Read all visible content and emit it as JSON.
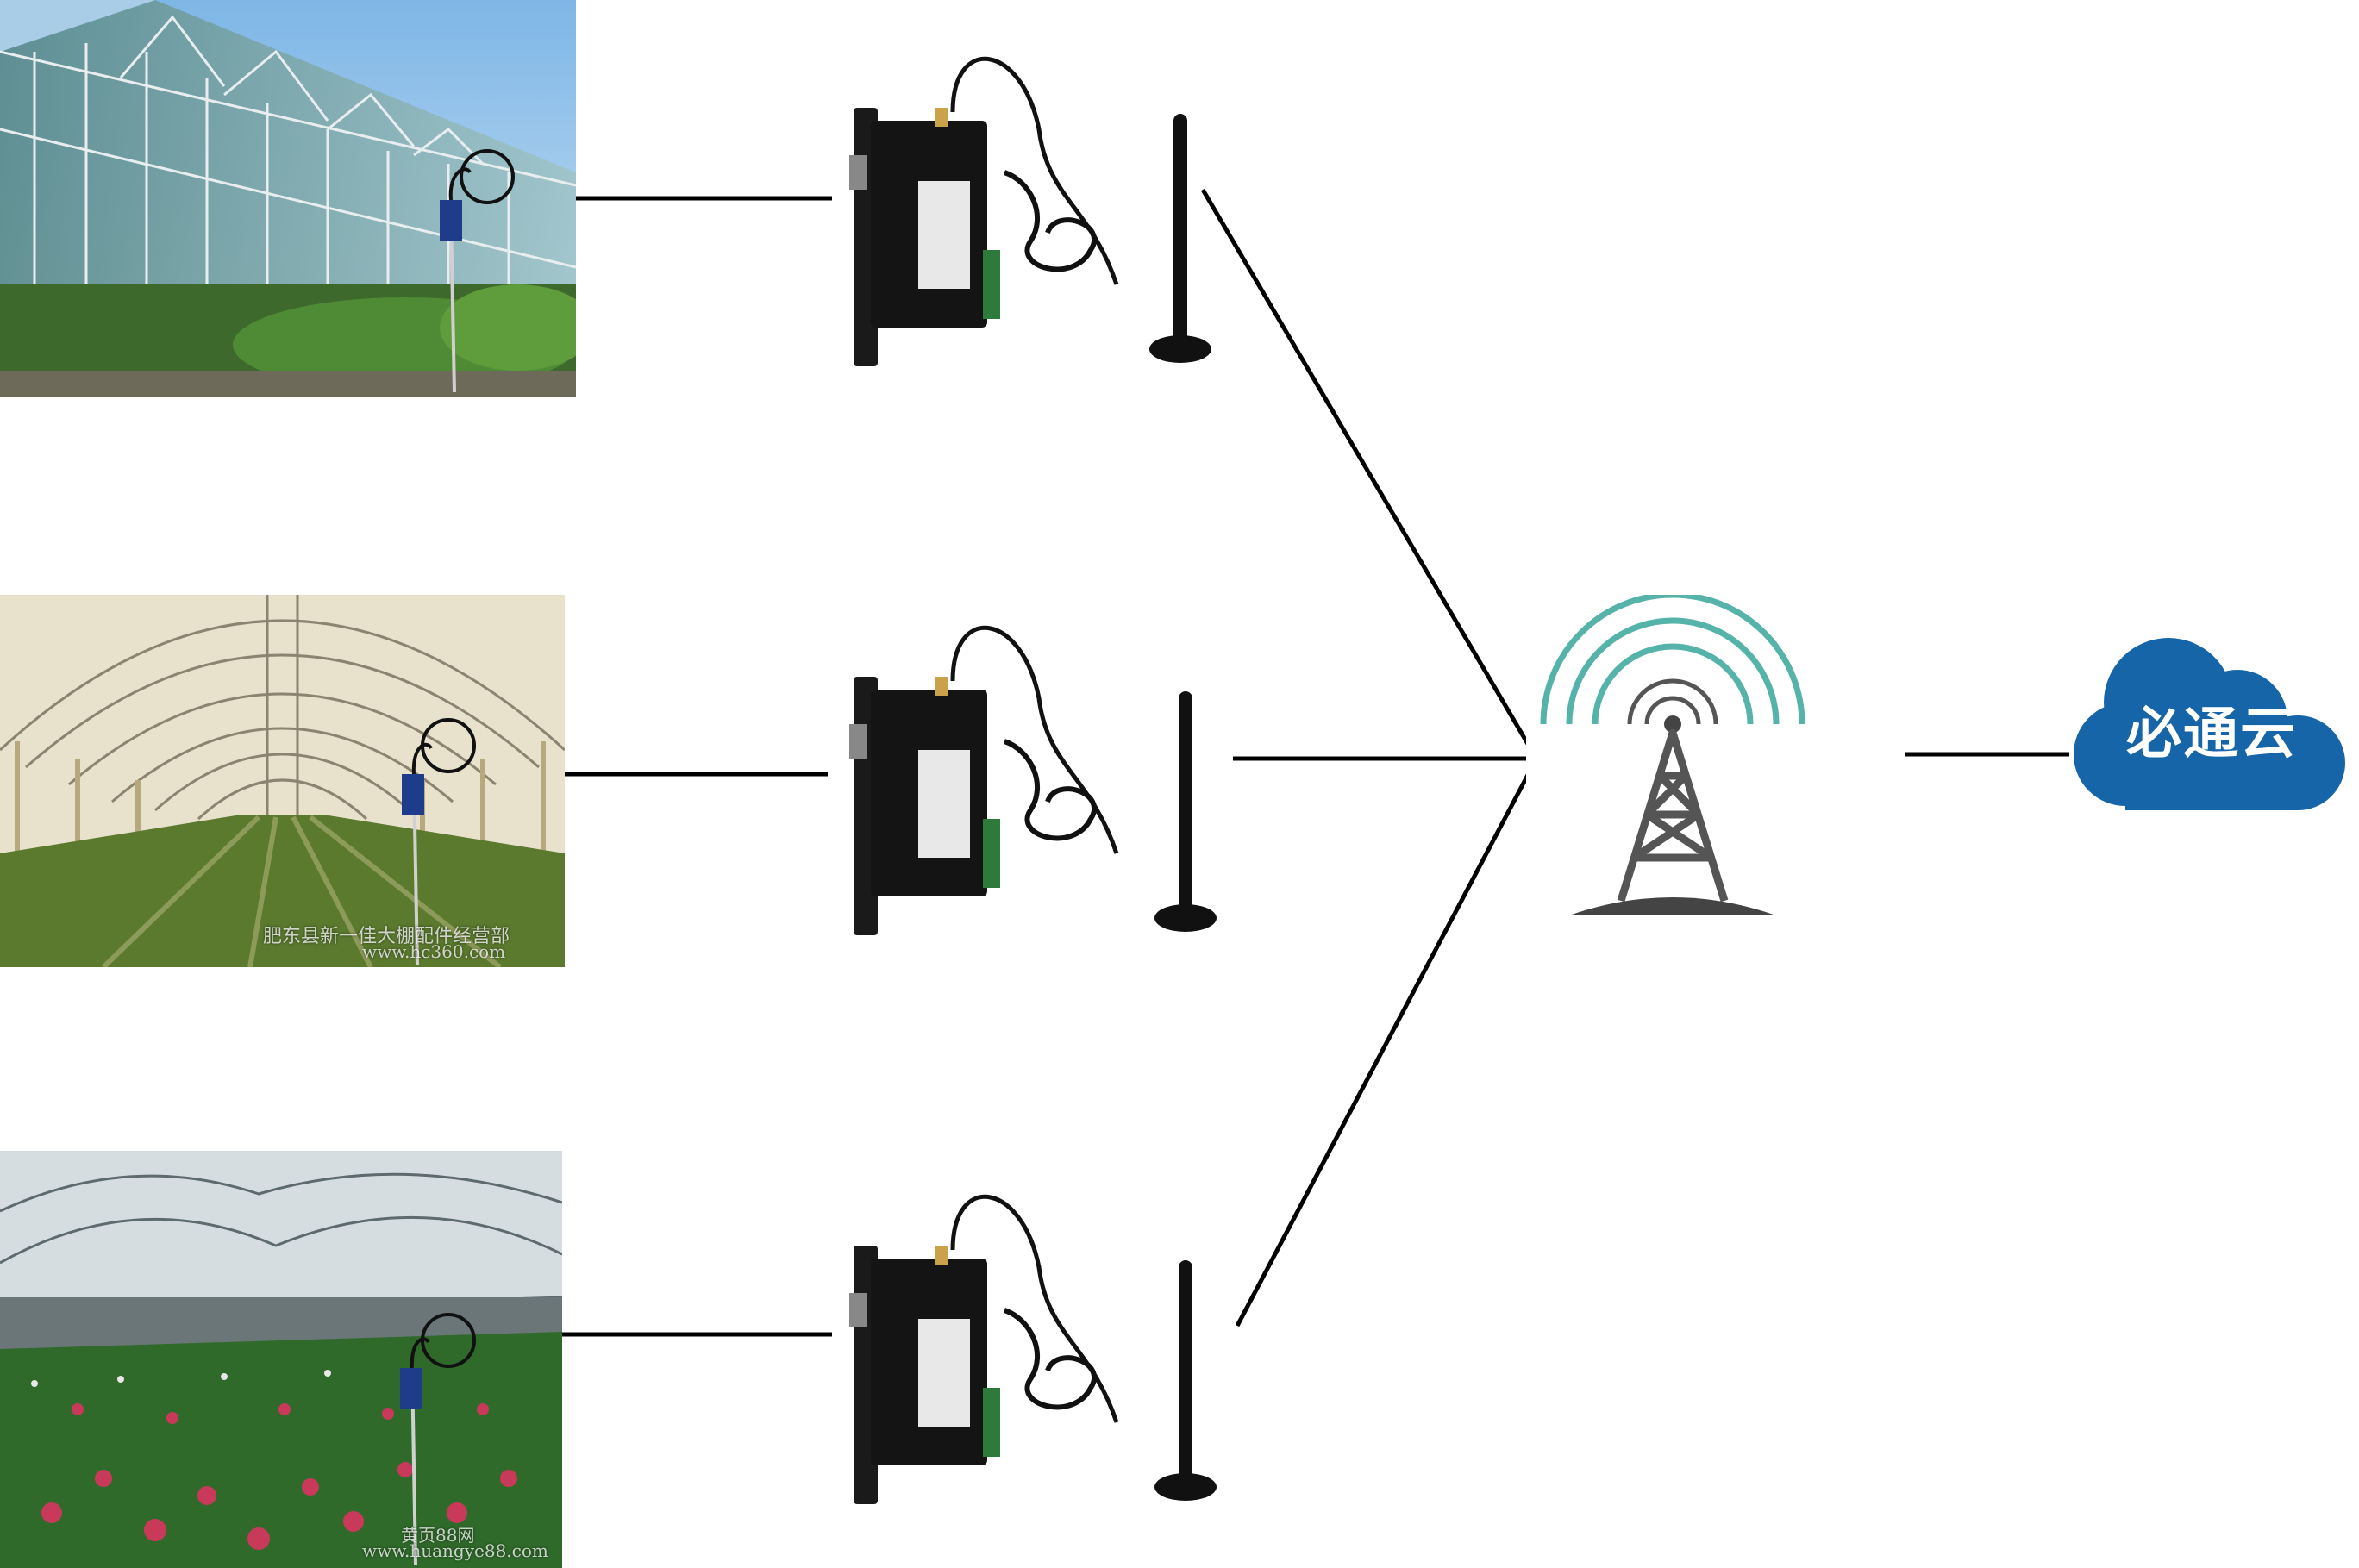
{
  "cloud": {
    "label": "必通云",
    "color": "#1565a8"
  },
  "tower": {
    "wave_color": "#55b3a9",
    "mast_color": "#555555"
  },
  "photos": [
    {
      "name": "greenhouse-glass",
      "watermark": []
    },
    {
      "name": "greenhouse-tunnel",
      "watermark": [
        "肥东县新一佳大棚配件经营部",
        "www.hc360.com"
      ]
    },
    {
      "name": "greenhouse-flowers",
      "watermark": [
        "黄页88网",
        "www.huangye88.com"
      ]
    }
  ],
  "icons": {
    "sensor": "soil-sensor-icon",
    "dtu": "dtu-modem-icon",
    "antenna": "antenna-icon",
    "tower": "cell-tower-icon",
    "cloud": "cloud-icon"
  }
}
